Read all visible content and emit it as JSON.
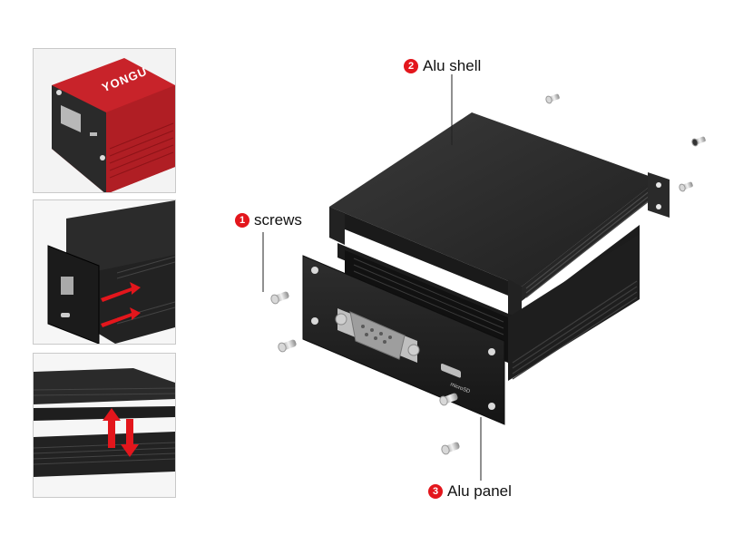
{
  "callouts": [
    {
      "number": "2",
      "label": "Alu shell"
    },
    {
      "number": "1",
      "label": "screws"
    },
    {
      "number": "3",
      "label": "Alu panel"
    }
  ],
  "brand": {
    "logo_text": "YONGU"
  },
  "port_label": "microSD",
  "colors": {
    "badge": "#e3161c",
    "enclosure": "#2b2b2b",
    "red_product": "#c8232a",
    "arrow": "#e3161c"
  }
}
